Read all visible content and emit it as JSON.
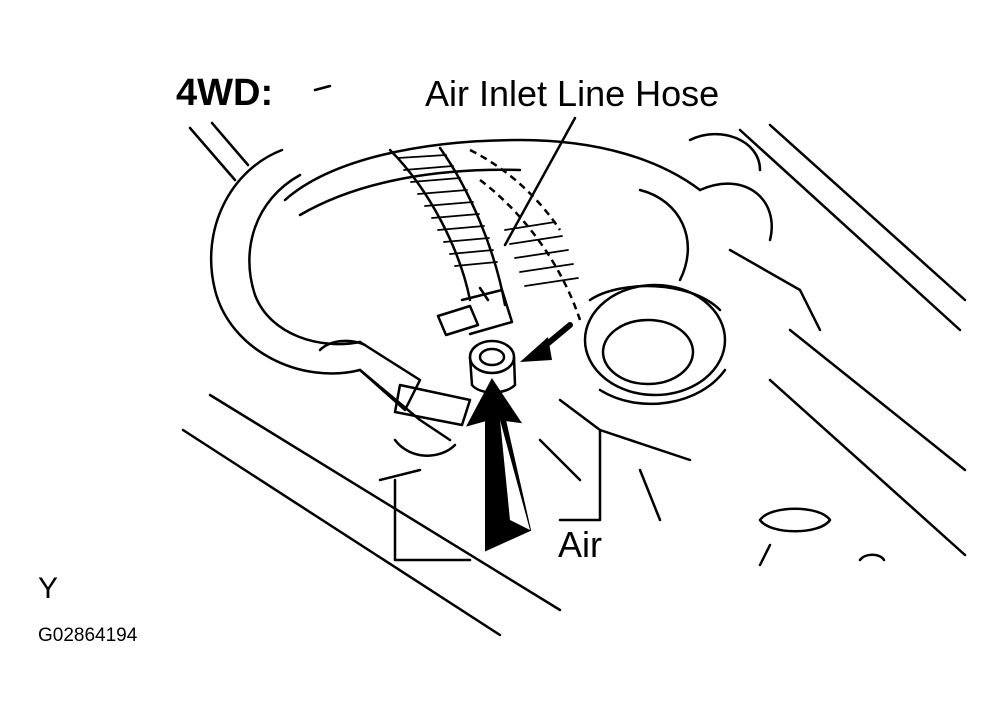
{
  "diagram": {
    "title": "4WD:",
    "callouts": {
      "hose": "Air Inlet Line Hose",
      "air": "Air"
    },
    "view_letter": "Y",
    "figure_code": "G02864194",
    "colors": {
      "ink": "#000000",
      "paper": "#ffffff"
    }
  }
}
